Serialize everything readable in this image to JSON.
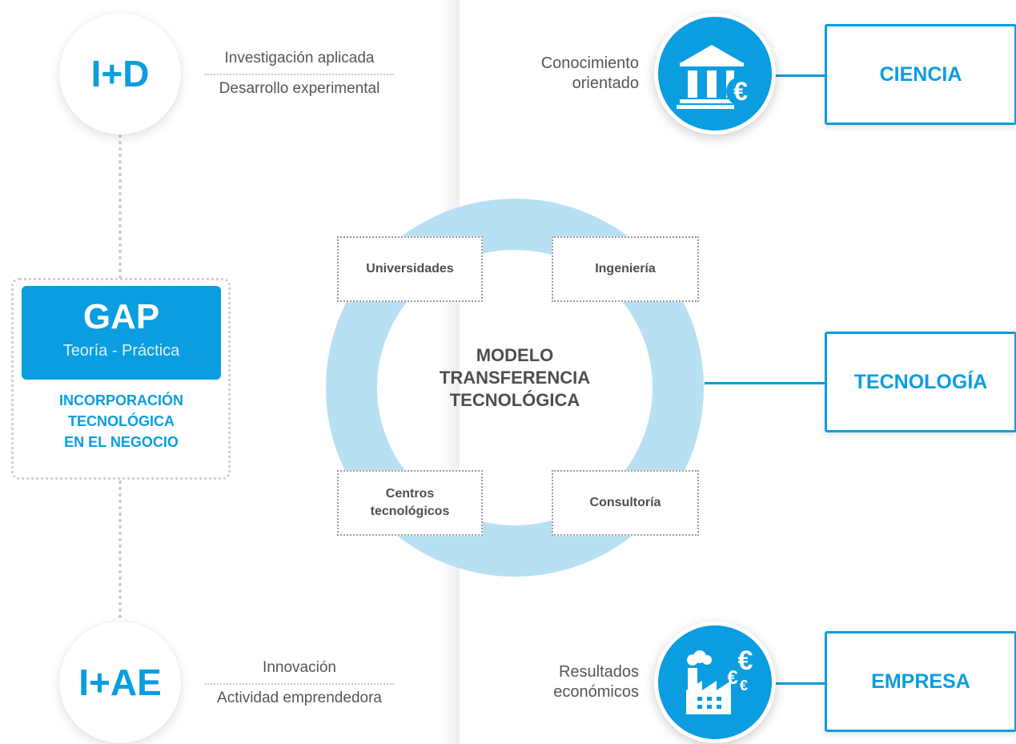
{
  "left": {
    "id": {
      "label": "I+D",
      "line1": "Investigación aplicada",
      "line2": "Desarrollo experimental"
    },
    "iae": {
      "label": "I+AE",
      "line1": "Innovación",
      "line2": "Actividad emprendedora"
    },
    "gap": {
      "title": "GAP",
      "subtitle": "Teoría - Práctica",
      "caption": [
        "INCORPORACIÓN",
        "TECNOLÓGICA",
        "EN EL NEGOCIO"
      ]
    }
  },
  "center": {
    "title": [
      "MODELO",
      "TRANSFERENCIA",
      "TECNOLÓGICA"
    ],
    "nodes": {
      "universidades": "Universidades",
      "ingenieria": "Ingeniería",
      "centros": [
        "Centros",
        "tecnológicos"
      ],
      "consultoria": "Consultoría"
    }
  },
  "right": {
    "ciencia": {
      "label": [
        "Conocimiento",
        "orientado"
      ],
      "box": "CIENCIA",
      "icon": "bank-euro-icon"
    },
    "tecnologia": {
      "box": "TECNOLOGÍA"
    },
    "empresa": {
      "label": [
        "Resultados",
        "económicos"
      ],
      "box": "EMPRESA",
      "icon": "factory-euro-icon",
      "euro": "€"
    }
  },
  "colors": {
    "accent": "#0a9de0",
    "ring": "#b8e0f3",
    "text": "#555555"
  }
}
